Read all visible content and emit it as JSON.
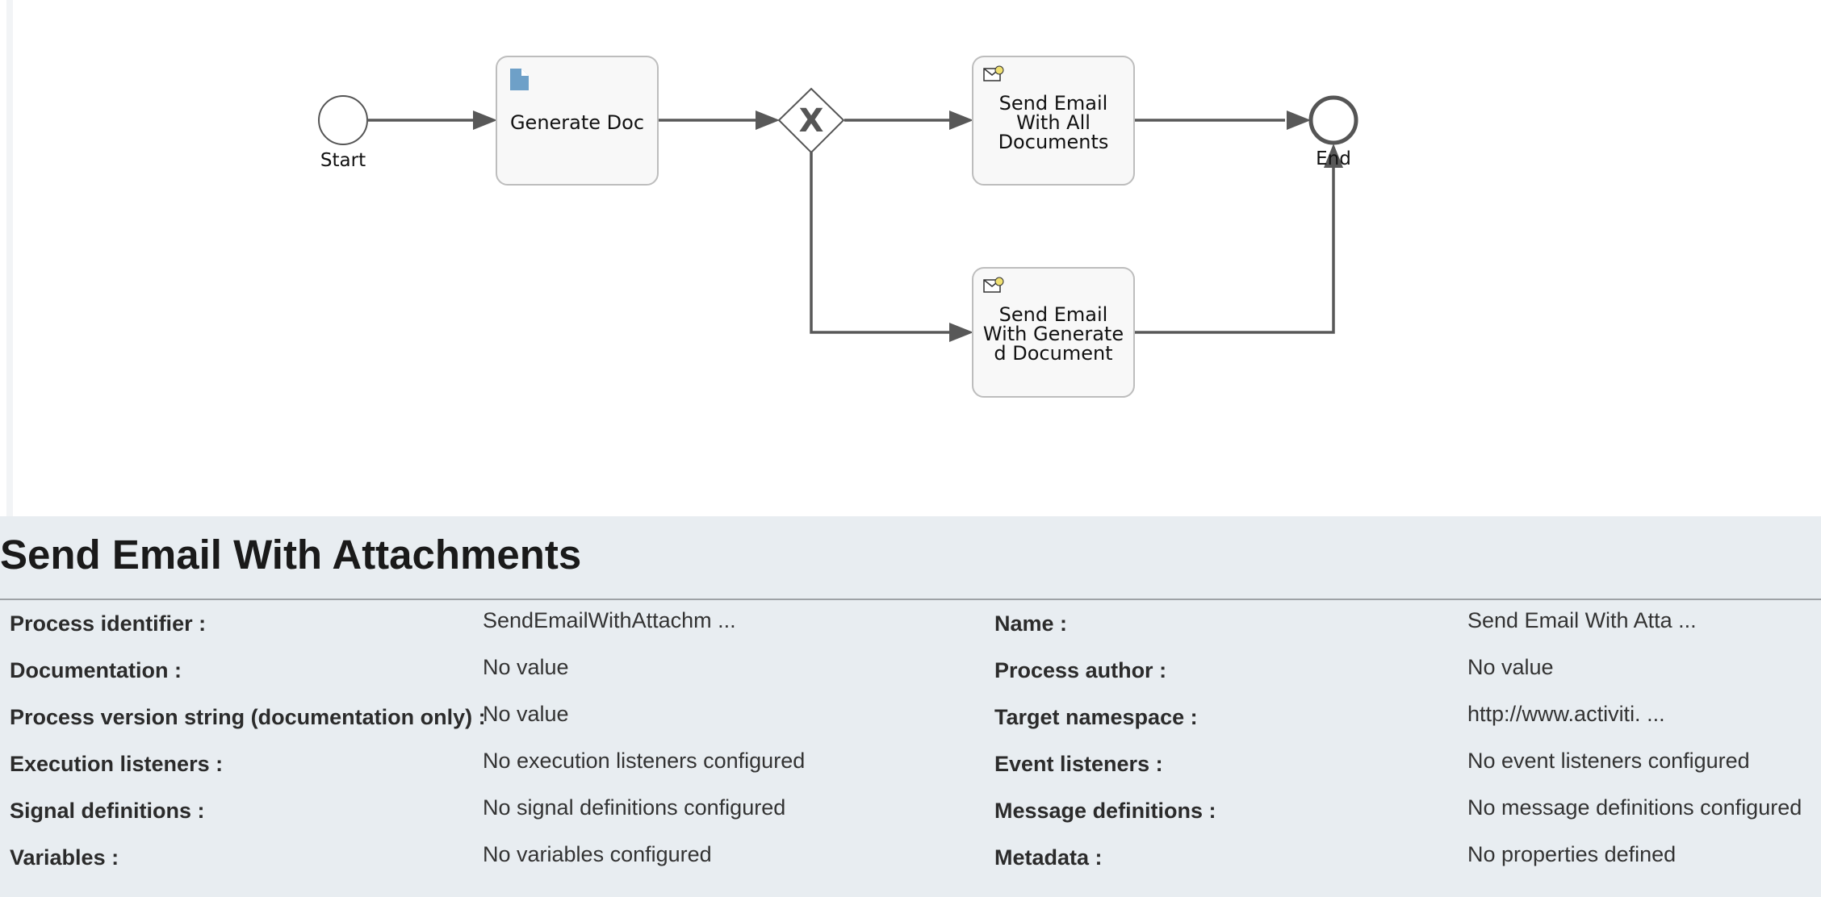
{
  "diagram": {
    "start_label": "Start",
    "end_label": "End",
    "generate_doc": {
      "label": "Generate Doc",
      "icon": "document-icon"
    },
    "gateway": {
      "symbol": "X",
      "type": "exclusive-gateway"
    },
    "send_all": {
      "label_lines": [
        "Send Email",
        "With All",
        "Documents"
      ],
      "icon": "mail-task-icon"
    },
    "send_generated": {
      "label_lines": [
        "Send Email",
        "With Generate",
        "d Document"
      ],
      "icon": "mail-task-icon"
    },
    "colors": {
      "task_fill": "#f8f8f8",
      "task_border": "#bdbdbd",
      "flow": "#585858",
      "doc_icon": "#6ea0c8"
    }
  },
  "panel": {
    "title": "Send Email With Attachments",
    "left": [
      {
        "label": "Process identifier :",
        "value": "SendEmailWithAttachm ..."
      },
      {
        "label": "Documentation :",
        "value": "No value"
      },
      {
        "label": "Process version string (documentation only) :",
        "value": "No value"
      },
      {
        "label": "Execution listeners :",
        "value": "No execution listeners configured"
      },
      {
        "label": "Signal definitions :",
        "value": "No signal definitions configured"
      },
      {
        "label": "Variables :",
        "value": "No variables configured"
      }
    ],
    "right": [
      {
        "label": "Name :",
        "value": "Send Email With Atta ..."
      },
      {
        "label": "Process author :",
        "value": "No value"
      },
      {
        "label": "Target namespace :",
        "value": "http://www.activiti. ..."
      },
      {
        "label": "Event listeners :",
        "value": "No event listeners configured"
      },
      {
        "label": "Message definitions :",
        "value": "No message definitions configured"
      },
      {
        "label": "Metadata :",
        "value": "No properties defined"
      }
    ]
  }
}
